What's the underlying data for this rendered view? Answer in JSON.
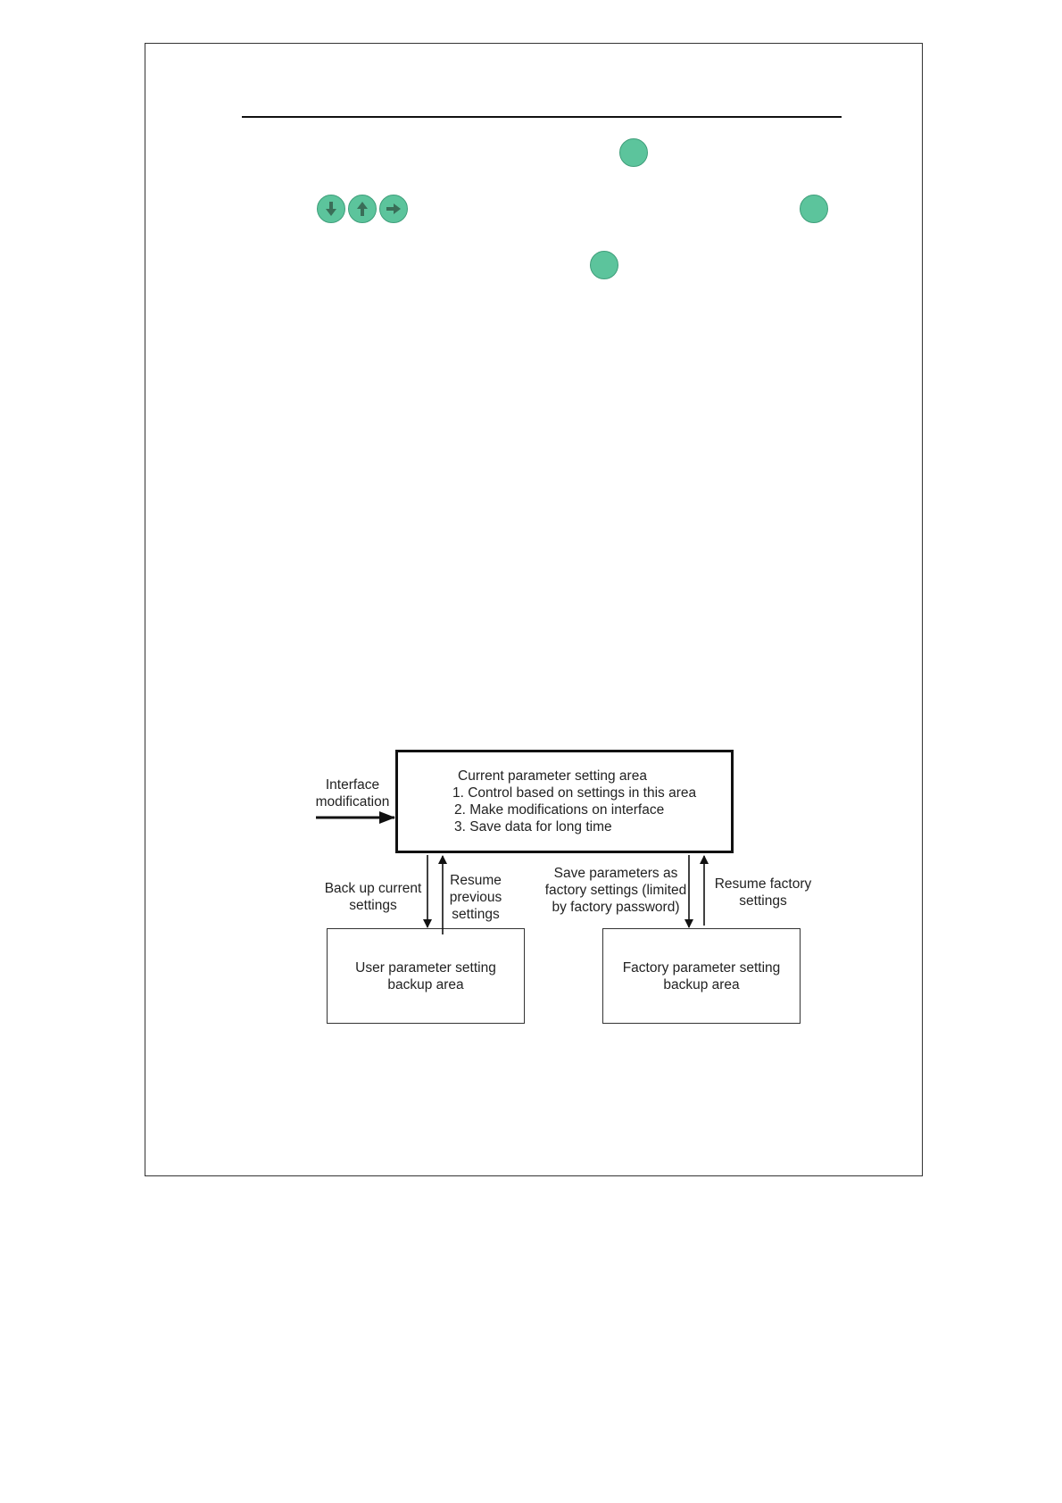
{
  "diagram": {
    "input_label_line1": "Interface",
    "input_label_line2": "modification",
    "main_box": {
      "title": "Current parameter setting area",
      "items": [
        "1. Control based on settings in this area",
        "2. Make modifications on interface",
        "3. Save data for long time"
      ]
    },
    "backup_label_line1": "Back up current",
    "backup_label_line2": "settings",
    "resume_prev_line1": "Resume",
    "resume_prev_line2": "previous",
    "resume_prev_line3": "settings",
    "save_factory_line1": "Save parameters as",
    "save_factory_line2": "factory settings (limited",
    "save_factory_line3": "by factory password)",
    "resume_factory_line1": "Resume factory",
    "resume_factory_line2": "settings",
    "user_box_line1": "User parameter setting",
    "user_box_line2": "backup area",
    "factory_box_line1": "Factory parameter setting",
    "factory_box_line2": "backup area"
  },
  "icons": {
    "key_color": "#5cc49c",
    "keys": [
      "key-icon",
      "down-arrow-key-icon",
      "up-arrow-key-icon",
      "right-arrow-key-icon",
      "key-icon",
      "key-icon"
    ]
  }
}
